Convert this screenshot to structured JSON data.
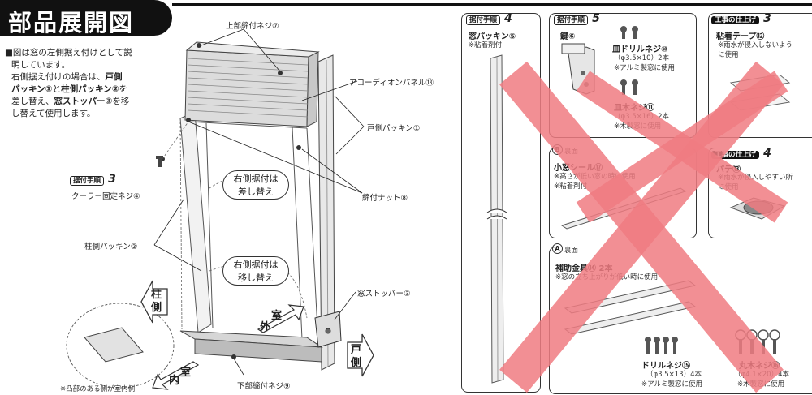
{
  "title": "部品展開図",
  "note": {
    "line1": "■図は窓の左側据え付けとして説",
    "line2": "明しています。",
    "line3": "右側据え付けの場合は、",
    "line3b": "戸側",
    "line4a": "パッキン①",
    "line4b": "と",
    "line4c": "柱側パッキン②",
    "line4d": "を",
    "line5a": "差し替え、",
    "line5b": "窓ストッパー③",
    "line5c": "を移",
    "line6": "し替えて使用します。"
  },
  "left_labels": {
    "upper_screw": "上部締付ネジ⑦",
    "accordion_panel": "アコーディオンパネル⑱",
    "door_packing": "戸側パッキン①",
    "fastening_nut": "締付ナット⑧",
    "pillar_packing": "柱側パッキン②",
    "window_stopper": "窓ストッパー③",
    "lower_screw": "下部締付ネジ⑨",
    "bottom_note": "※凸部のある側が室内側"
  },
  "step3_left": {
    "tag": "据付手順",
    "num": "3",
    "label": "クーラー固定ネジ④"
  },
  "callouts": {
    "right_swap_1": "右側据付は",
    "right_swap_2": "差し替え",
    "right_move_1": "右側据付は",
    "right_move_2": "移し替え"
  },
  "directions": {
    "pillar_side": [
      "柱",
      "側"
    ],
    "door_side": [
      "戸",
      "側"
    ],
    "outdoor": [
      "室",
      "外"
    ],
    "indoor": [
      "内",
      "室"
    ]
  },
  "step4": {
    "tag": "据付手順",
    "num": "4",
    "label": "窓パッキン⑤",
    "sub": "※粘着剤付"
  },
  "step5": {
    "tag": "据付手順",
    "num": "5",
    "lock": "鍵⑥",
    "drill_screw": "皿ドリルネジ⑩",
    "drill_size": "（φ3.5×10）2本",
    "drill_note": "※アルミ製窓に使用",
    "wood_screw": "皿木ネジ⑪",
    "wood_size": "（φ3.5×16）2本",
    "wood_note": "※木製窓に使用"
  },
  "finish3": {
    "tag": "工事の仕上げ",
    "num": "3",
    "label": "粘着テープ⑫",
    "sub1": "※雨水が侵入しないよう",
    "sub2": "に使用"
  },
  "finish4": {
    "tag": "工事の仕上げ",
    "num": "4",
    "label": "パテ⑬",
    "sub1": "※雨水が侵入しやすい所",
    "sub2": "に使用"
  },
  "part_b": {
    "letter": "B",
    "back": "裏面",
    "label": "小窓シール⑰",
    "sub1": "※高さが低い窓の時に使用",
    "sub2": "※粘着剤付"
  },
  "part_a": {
    "letter": "A",
    "back": "裏面",
    "label": "補助金具⑭ 2本",
    "sub": "※窓の立ち上がりが低い時に使用",
    "drill_label": "ドリルネジ⑮",
    "drill_size": "（φ3.5×13）4本",
    "drill_note": "※アルミ製窓に使用",
    "wood_label": "丸木ネジ⑯",
    "wood_size": "（φ4.1×20）4本",
    "wood_note": "※木製窓に使用"
  },
  "colors": {
    "cross": "#f07c82",
    "title_bg": "#111111"
  }
}
